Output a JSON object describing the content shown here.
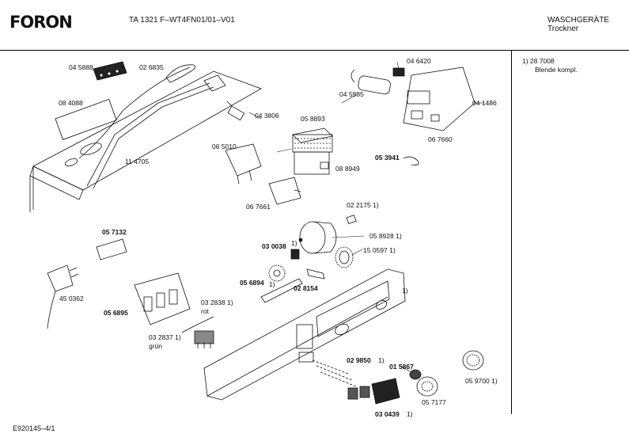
{
  "header": {
    "brand": "FORON",
    "model": "TA 1321 F–WT4FN01/01–V01",
    "category": "WASCHGERÄTE",
    "subcategory": "Trockner"
  },
  "note": {
    "line1": "1)  28 7008",
    "line2": "Blende kompl."
  },
  "footer": {
    "code": "E920145–4/1"
  },
  "parts": [
    {
      "id": "p1",
      "label": "04 5888",
      "bold": false
    },
    {
      "id": "p2",
      "label": "02 6835",
      "bold": false
    },
    {
      "id": "p3",
      "label": "08 4088",
      "bold": false
    },
    {
      "id": "p4",
      "label": "11 4705",
      "bold": false
    },
    {
      "id": "p5",
      "label": "04 3806",
      "bold": false
    },
    {
      "id": "p6",
      "label": "05 8893",
      "bold": false
    },
    {
      "id": "p7",
      "label": "06 5010",
      "bold": false
    },
    {
      "id": "p8",
      "label": "08 8949",
      "bold": false
    },
    {
      "id": "p9",
      "label": "06 7661",
      "bold": false
    },
    {
      "id": "p10",
      "label": "04 6420",
      "bold": false
    },
    {
      "id": "p11",
      "label": "04 5985",
      "bold": false
    },
    {
      "id": "p12",
      "label": "04 1486",
      "bold": false
    },
    {
      "id": "p13",
      "label": "06 7660",
      "bold": false
    },
    {
      "id": "p14",
      "label": "05 3941",
      "bold": true
    },
    {
      "id": "p15",
      "label": "02 2175 1)",
      "bold": false
    },
    {
      "id": "p16",
      "label": "05 8928 1)",
      "bold": false
    },
    {
      "id": "p17",
      "label": "15 0597 1)",
      "bold": false
    },
    {
      "id": "p18",
      "label": "05 7132",
      "bold": true
    },
    {
      "id": "p19",
      "label": "03 0038",
      "bold": true
    },
    {
      "id": "p19s",
      "label": "1)",
      "bold": false
    },
    {
      "id": "p20",
      "label": "05 6894",
      "bold": true
    },
    {
      "id": "p20s",
      "label": "1)",
      "bold": false
    },
    {
      "id": "p21",
      "label": "02 8154",
      "bold": true
    },
    {
      "id": "p22",
      "label": "1)",
      "bold": false
    },
    {
      "id": "p23",
      "label": "45 0362",
      "bold": false
    },
    {
      "id": "p24",
      "label": "05 6895",
      "bold": true
    },
    {
      "id": "p25",
      "label": "03 2838 1)",
      "bold": false
    },
    {
      "id": "p26",
      "label": "rot",
      "bold": false
    },
    {
      "id": "p27",
      "label": "03 2837 1)",
      "bold": false
    },
    {
      "id": "p28",
      "label": "grün",
      "bold": false
    },
    {
      "id": "p29",
      "label": "02 9850",
      "bold": true
    },
    {
      "id": "p29s",
      "label": "1)",
      "bold": false
    },
    {
      "id": "p30",
      "label": "01 5867",
      "bold": true
    },
    {
      "id": "p31",
      "label": "05 9700 1)",
      "bold": false
    },
    {
      "id": "p32",
      "label": "05 7177",
      "bold": false
    },
    {
      "id": "p33",
      "label": "03 0439",
      "bold": true
    },
    {
      "id": "p33s",
      "label": "1)",
      "bold": false
    }
  ]
}
